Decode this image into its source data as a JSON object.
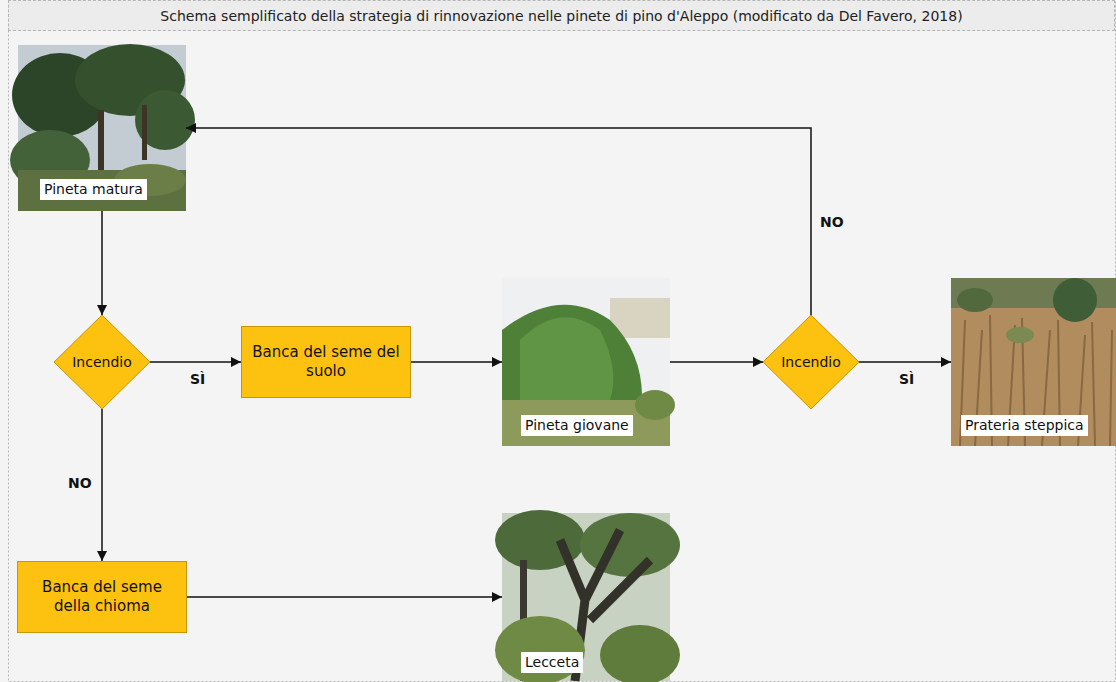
{
  "diagram": {
    "title": "Schema semplificato della strategia di rinnovazione nelle pinete di pino d'Aleppo (modificato da Del Favero, 2018)",
    "nodes": [
      {
        "text": [
          "Pineta matura"
        ]
      },
      {
        "text": [
          "Incendio"
        ]
      },
      {
        "text": [
          "Banca del seme del suolo"
        ]
      },
      {
        "text": [
          "Pineta giovane"
        ]
      },
      {
        "text": [
          "Incendio"
        ]
      },
      {
        "text": [
          "Prateria steppica"
        ]
      },
      {
        "text": [
          "Banca del seme della chioma"
        ]
      },
      {
        "text": [
          "Lecceta"
        ]
      }
    ],
    "edges": [
      {
        "from": 0,
        "to": 1,
        "arrow": "to"
      },
      {
        "from": 1,
        "to": 2,
        "label": "SÌ",
        "arrow": "to"
      },
      {
        "from": 2,
        "to": 3,
        "arrow": "to"
      },
      {
        "from": 3,
        "to": 4,
        "arrow": "to"
      },
      {
        "from": 4,
        "to": 5,
        "label": "SÌ",
        "arrow": "to"
      },
      {
        "from": 4,
        "to": 0,
        "label": "NO",
        "arrow": "to"
      },
      {
        "from": 1,
        "to": 6,
        "label": "NO",
        "arrow": "to"
      },
      {
        "from": 6,
        "to": 7,
        "arrow": "to"
      }
    ]
  }
}
